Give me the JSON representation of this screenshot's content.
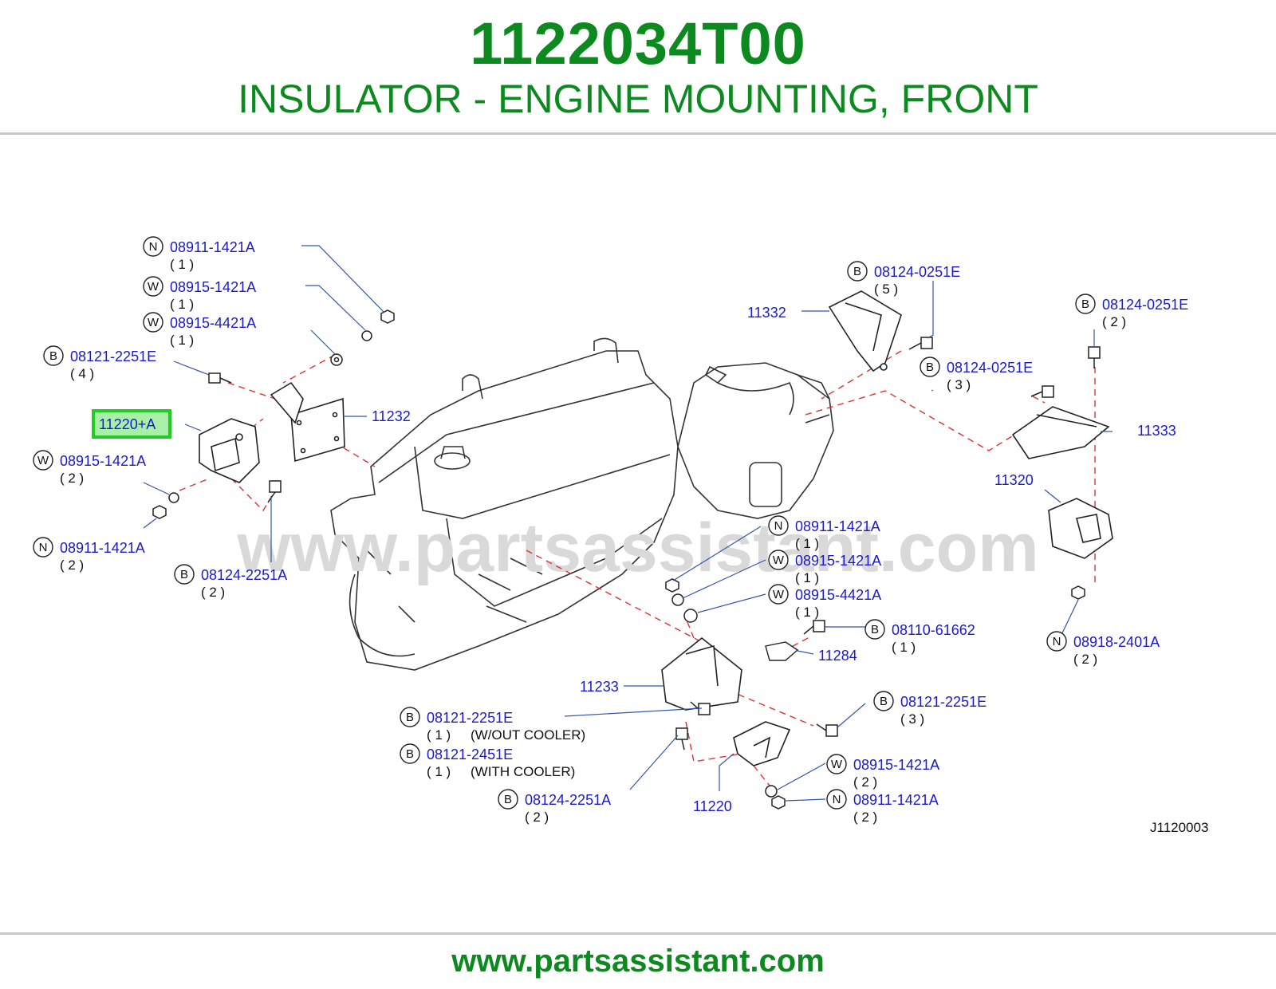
{
  "header": {
    "part_number": "1122034T00",
    "description": "INSULATOR - ENGINE MOUNTING, FRONT"
  },
  "footer": {
    "url": "www.partsassistant.com"
  },
  "watermark": "www.partsassistant.com",
  "diagram_ref": "J1120003",
  "colors": {
    "brand_green": "#0d8a1f",
    "callout_blue": "#1a1acc",
    "highlight": "#22cc22",
    "leader": "#3355aa",
    "dashed": "#dd3333"
  },
  "callouts": [
    {
      "badge": "N",
      "part": "08911-1421A",
      "qty": "( 1 )",
      "note": ""
    },
    {
      "badge": "W",
      "part": "08915-1421A",
      "qty": "( 1 )",
      "note": ""
    },
    {
      "badge": "W",
      "part": "08915-4421A",
      "qty": "( 1 )",
      "note": ""
    },
    {
      "badge": "B",
      "part": "08121-2251E",
      "qty": "( 4 )",
      "note": ""
    },
    {
      "badge": "",
      "part": "11220+A",
      "qty": "",
      "note": ""
    },
    {
      "badge": "",
      "part": "11232",
      "qty": "",
      "note": ""
    },
    {
      "badge": "W",
      "part": "08915-1421A",
      "qty": "( 2 )",
      "note": ""
    },
    {
      "badge": "N",
      "part": "08911-1421A",
      "qty": "( 2 )",
      "note": ""
    },
    {
      "badge": "B",
      "part": "08124-2251A",
      "qty": "( 2 )",
      "note": ""
    },
    {
      "badge": "B",
      "part": "08124-0251E",
      "qty": "( 5 )",
      "note": ""
    },
    {
      "badge": "",
      "part": "11332",
      "qty": "",
      "note": ""
    },
    {
      "badge": "B",
      "part": "08124-0251E",
      "qty": "( 2 )",
      "note": ""
    },
    {
      "badge": "B",
      "part": "08124-0251E",
      "qty": "( 3 )",
      "note": ""
    },
    {
      "badge": "",
      "part": "11333",
      "qty": "",
      "note": ""
    },
    {
      "badge": "",
      "part": "11320",
      "qty": "",
      "note": ""
    },
    {
      "badge": "N",
      "part": "08911-1421A",
      "qty": "( 1 )",
      "note": ""
    },
    {
      "badge": "W",
      "part": "08915-1421A",
      "qty": "( 1 )",
      "note": ""
    },
    {
      "badge": "W",
      "part": "08915-4421A",
      "qty": "( 1 )",
      "note": ""
    },
    {
      "badge": "B",
      "part": "08110-61662",
      "qty": "( 1 )",
      "note": ""
    },
    {
      "badge": "",
      "part": "11284",
      "qty": "",
      "note": ""
    },
    {
      "badge": "N",
      "part": "08918-2401A",
      "qty": "( 2 )",
      "note": ""
    },
    {
      "badge": "",
      "part": "11233",
      "qty": "",
      "note": ""
    },
    {
      "badge": "B",
      "part": "08121-2251E",
      "qty": "( 3 )",
      "note": ""
    },
    {
      "badge": "B",
      "part": "08121-2251E",
      "qty": "( 1 )",
      "note": "(W/OUT   COOLER)"
    },
    {
      "badge": "B",
      "part": "08121-2451E",
      "qty": "( 1 )",
      "note": "(WITH   COOLER)"
    },
    {
      "badge": "W",
      "part": "08915-1421A",
      "qty": "( 2 )",
      "note": ""
    },
    {
      "badge": "B",
      "part": "08124-2251A",
      "qty": "( 2 )",
      "note": ""
    },
    {
      "badge": "",
      "part": "11220",
      "qty": "",
      "note": ""
    },
    {
      "badge": "N",
      "part": "08911-1421A",
      "qty": "( 2 )",
      "note": ""
    }
  ]
}
